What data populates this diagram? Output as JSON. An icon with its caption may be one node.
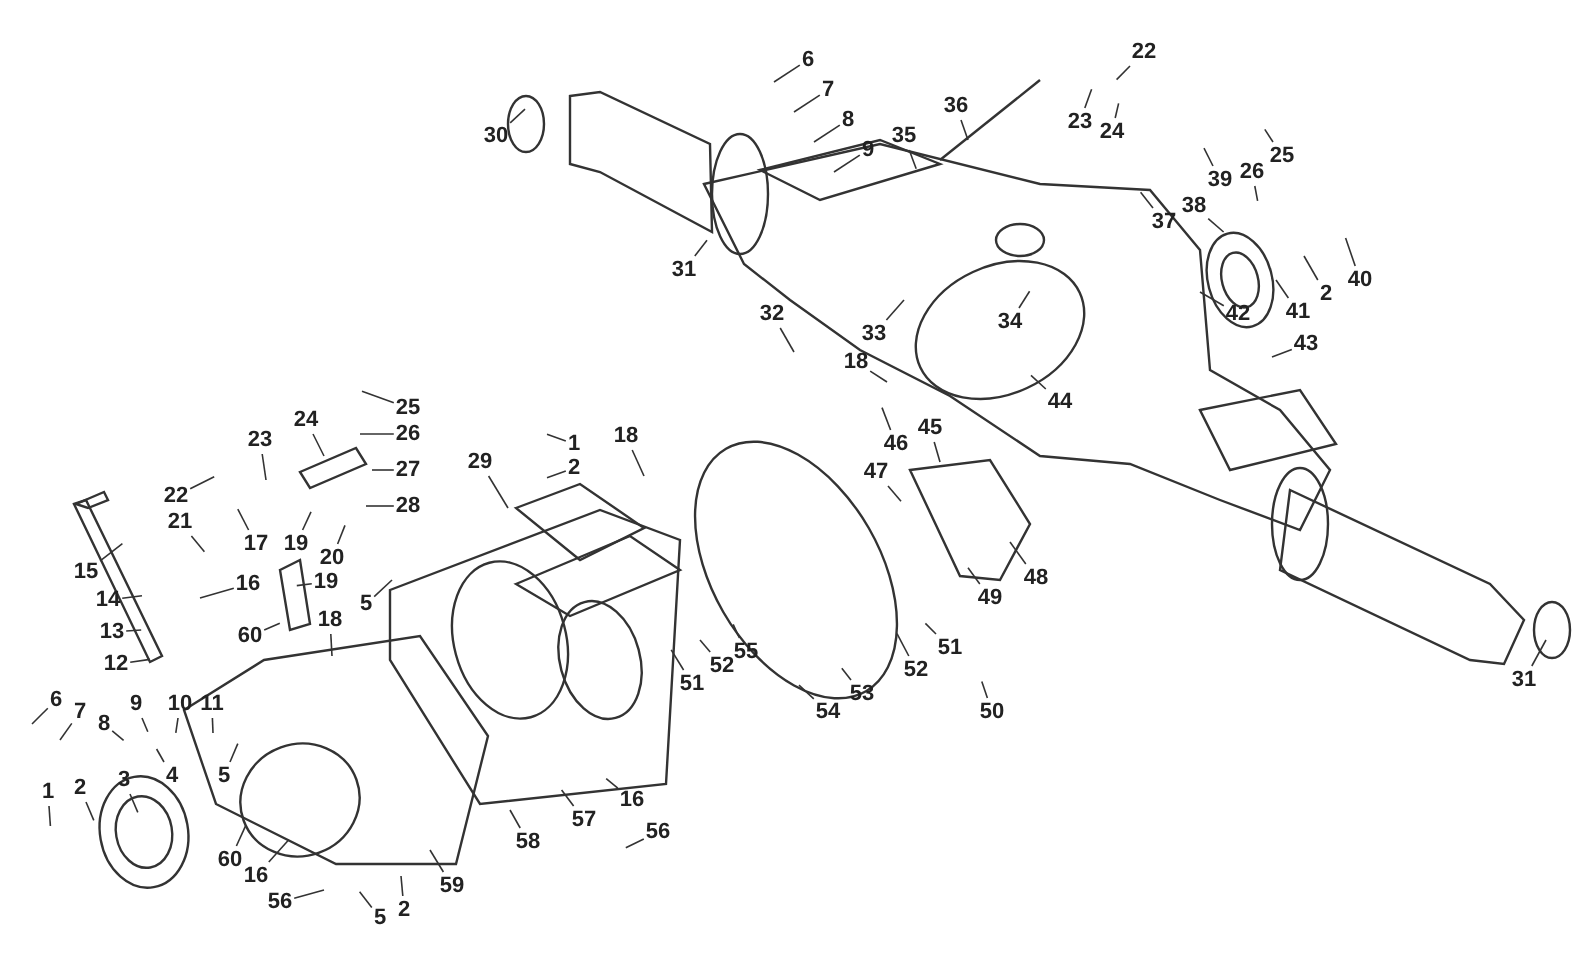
{
  "diagram": {
    "nodes": [
      {
        "text": [
          "6"
        ]
      },
      {
        "text": [
          "7"
        ]
      },
      {
        "text": [
          "8"
        ]
      },
      {
        "text": [
          "9"
        ]
      },
      {
        "text": [
          "22"
        ]
      },
      {
        "text": [
          "36"
        ]
      },
      {
        "text": [
          "23"
        ]
      },
      {
        "text": [
          "24"
        ]
      },
      {
        "text": [
          "30"
        ]
      },
      {
        "text": [
          "35"
        ]
      },
      {
        "text": [
          "25"
        ]
      },
      {
        "text": [
          "26"
        ]
      },
      {
        "text": [
          "39"
        ]
      },
      {
        "text": [
          "38"
        ]
      },
      {
        "text": [
          "37"
        ]
      },
      {
        "text": [
          "31"
        ]
      },
      {
        "text": [
          "40"
        ]
      },
      {
        "text": [
          "2"
        ]
      },
      {
        "text": [
          "41"
        ]
      },
      {
        "text": [
          "32"
        ]
      },
      {
        "text": [
          "34"
        ]
      },
      {
        "text": [
          "42"
        ]
      },
      {
        "text": [
          "33"
        ]
      },
      {
        "text": [
          "43"
        ]
      },
      {
        "text": [
          "18"
        ]
      },
      {
        "text": [
          "44"
        ]
      },
      {
        "text": [
          "25"
        ]
      },
      {
        "text": [
          "24"
        ]
      },
      {
        "text": [
          "26"
        ]
      },
      {
        "text": [
          "45"
        ]
      },
      {
        "text": [
          "46"
        ]
      },
      {
        "text": [
          "18"
        ]
      },
      {
        "text": [
          "1"
        ]
      },
      {
        "text": [
          "23"
        ]
      },
      {
        "text": [
          "29"
        ]
      },
      {
        "text": [
          "47"
        ]
      },
      {
        "text": [
          "2"
        ]
      },
      {
        "text": [
          "27"
        ]
      },
      {
        "text": [
          "22"
        ]
      },
      {
        "text": [
          "28"
        ]
      },
      {
        "text": [
          "21"
        ]
      },
      {
        "text": [
          "17"
        ]
      },
      {
        "text": [
          "19"
        ]
      },
      {
        "text": [
          "20"
        ]
      },
      {
        "text": [
          "16"
        ]
      },
      {
        "text": [
          "15"
        ]
      },
      {
        "text": [
          "48"
        ]
      },
      {
        "text": [
          "19"
        ]
      },
      {
        "text": [
          "49"
        ]
      },
      {
        "text": [
          "5"
        ]
      },
      {
        "text": [
          "14"
        ]
      },
      {
        "text": [
          "18"
        ]
      },
      {
        "text": [
          "60"
        ]
      },
      {
        "text": [
          "13"
        ]
      },
      {
        "text": [
          "55"
        ]
      },
      {
        "text": [
          "51"
        ]
      },
      {
        "text": [
          "12"
        ]
      },
      {
        "text": [
          "52"
        ]
      },
      {
        "text": [
          "52"
        ]
      },
      {
        "text": [
          "6"
        ]
      },
      {
        "text": [
          "51"
        ]
      },
      {
        "text": [
          "7"
        ]
      },
      {
        "text": [
          "10"
        ]
      },
      {
        "text": [
          "11"
        ]
      },
      {
        "text": [
          "53"
        ]
      },
      {
        "text": [
          "8"
        ]
      },
      {
        "text": [
          "9"
        ]
      },
      {
        "text": [
          "50"
        ]
      },
      {
        "text": [
          "54"
        ]
      },
      {
        "text": [
          "31"
        ]
      },
      {
        "text": [
          "3"
        ]
      },
      {
        "text": [
          "4"
        ]
      },
      {
        "text": [
          "5"
        ]
      },
      {
        "text": [
          "1"
        ]
      },
      {
        "text": [
          "2"
        ]
      },
      {
        "text": [
          "16"
        ]
      },
      {
        "text": [
          "57"
        ]
      },
      {
        "text": [
          "56"
        ]
      },
      {
        "text": [
          "58"
        ]
      },
      {
        "text": [
          "60"
        ]
      },
      {
        "text": [
          "16"
        ]
      },
      {
        "text": [
          "59"
        ]
      },
      {
        "text": [
          "56"
        ]
      },
      {
        "text": [
          "2"
        ]
      },
      {
        "text": [
          "5"
        ]
      }
    ],
    "edges": [
      {
        "from": 0,
        "to": null,
        "arrow": "none"
      },
      {
        "from": 1,
        "to": null,
        "arrow": "none"
      },
      {
        "from": 2,
        "to": null,
        "arrow": "none"
      },
      {
        "from": 3,
        "to": null,
        "arrow": "none"
      },
      {
        "from": 4,
        "to": null,
        "arrow": "none"
      },
      {
        "from": 5,
        "to": null,
        "arrow": "none"
      },
      {
        "from": 6,
        "to": null,
        "arrow": "none"
      },
      {
        "from": 7,
        "to": null,
        "arrow": "none"
      },
      {
        "from": 8,
        "to": null,
        "arrow": "none"
      },
      {
        "from": 9,
        "to": null,
        "arrow": "none"
      },
      {
        "from": 10,
        "to": null,
        "arrow": "none"
      },
      {
        "from": 11,
        "to": null,
        "arrow": "none"
      },
      {
        "from": 12,
        "to": null,
        "arrow": "none"
      },
      {
        "from": 13,
        "to": null,
        "arrow": "none"
      },
      {
        "from": 14,
        "to": null,
        "arrow": "none"
      },
      {
        "from": 15,
        "to": null,
        "arrow": "none"
      },
      {
        "from": 16,
        "to": null,
        "arrow": "none"
      },
      {
        "from": 17,
        "to": null,
        "arrow": "none"
      },
      {
        "from": 18,
        "to": null,
        "arrow": "none"
      },
      {
        "from": 19,
        "to": null,
        "arrow": "none"
      },
      {
        "from": 20,
        "to": null,
        "arrow": "none"
      },
      {
        "from": 21,
        "to": null,
        "arrow": "none"
      },
      {
        "from": 22,
        "to": null,
        "arrow": "none"
      },
      {
        "from": 23,
        "to": null,
        "arrow": "none"
      },
      {
        "from": 24,
        "to": null,
        "arrow": "none"
      },
      {
        "from": 25,
        "to": null,
        "arrow": "none"
      },
      {
        "from": 26,
        "to": null,
        "arrow": "none"
      },
      {
        "from": 27,
        "to": null,
        "arrow": "none"
      },
      {
        "from": 28,
        "to": null,
        "arrow": "none"
      },
      {
        "from": 29,
        "to": null,
        "arrow": "none"
      },
      {
        "from": 30,
        "to": null,
        "arrow": "none"
      },
      {
        "from": 31,
        "to": null,
        "arrow": "none"
      },
      {
        "from": 32,
        "to": null,
        "arrow": "none"
      },
      {
        "from": 33,
        "to": null,
        "arrow": "none"
      },
      {
        "from": 34,
        "to": null,
        "arrow": "none"
      },
      {
        "from": 35,
        "to": null,
        "arrow": "none"
      },
      {
        "from": 36,
        "to": null,
        "arrow": "none"
      },
      {
        "from": 37,
        "to": null,
        "arrow": "none"
      },
      {
        "from": 38,
        "to": null,
        "arrow": "none"
      },
      {
        "from": 39,
        "to": null,
        "arrow": "none"
      },
      {
        "from": 40,
        "to": null,
        "arrow": "none"
      },
      {
        "from": 41,
        "to": null,
        "arrow": "none"
      },
      {
        "from": 42,
        "to": null,
        "arrow": "none"
      },
      {
        "from": 43,
        "to": null,
        "arrow": "none"
      },
      {
        "from": 44,
        "to": null,
        "arrow": "none"
      },
      {
        "from": 45,
        "to": null,
        "arrow": "none"
      },
      {
        "from": 46,
        "to": null,
        "arrow": "none"
      },
      {
        "from": 47,
        "to": null,
        "arrow": "none"
      },
      {
        "from": 48,
        "to": null,
        "arrow": "none"
      },
      {
        "from": 49,
        "to": null,
        "arrow": "none"
      },
      {
        "from": 50,
        "to": null,
        "arrow": "none"
      },
      {
        "from": 51,
        "to": null,
        "arrow": "none"
      },
      {
        "from": 52,
        "to": null,
        "arrow": "none"
      },
      {
        "from": 53,
        "to": null,
        "arrow": "none"
      },
      {
        "from": 54,
        "to": null,
        "arrow": "none"
      },
      {
        "from": 55,
        "to": null,
        "arrow": "none"
      },
      {
        "from": 56,
        "to": null,
        "arrow": "none"
      },
      {
        "from": 57,
        "to": null,
        "arrow": "none"
      },
      {
        "from": 58,
        "to": null,
        "arrow": "none"
      },
      {
        "from": 59,
        "to": null,
        "arrow": "none"
      },
      {
        "from": 60,
        "to": null,
        "arrow": "none"
      },
      {
        "from": 61,
        "to": null,
        "arrow": "none"
      },
      {
        "from": 62,
        "to": null,
        "arrow": "none"
      },
      {
        "from": 63,
        "to": null,
        "arrow": "none"
      },
      {
        "from": 64,
        "to": null,
        "arrow": "none"
      },
      {
        "from": 65,
        "to": null,
        "arrow": "none"
      },
      {
        "from": 66,
        "to": null,
        "arrow": "none"
      },
      {
        "from": 67,
        "to": null,
        "arrow": "none"
      },
      {
        "from": 68,
        "to": null,
        "arrow": "none"
      },
      {
        "from": 69,
        "to": null,
        "arrow": "none"
      },
      {
        "from": 70,
        "to": null,
        "arrow": "none"
      },
      {
        "from": 71,
        "to": null,
        "arrow": "none"
      },
      {
        "from": 72,
        "to": null,
        "arrow": "none"
      },
      {
        "from": 73,
        "to": null,
        "arrow": "none"
      },
      {
        "from": 74,
        "to": null,
        "arrow": "none"
      },
      {
        "from": 75,
        "to": null,
        "arrow": "none"
      },
      {
        "from": 76,
        "to": null,
        "arrow": "none"
      },
      {
        "from": 77,
        "to": null,
        "arrow": "none"
      },
      {
        "from": 78,
        "to": null,
        "arrow": "none"
      },
      {
        "from": 79,
        "to": null,
        "arrow": "none"
      },
      {
        "from": 80,
        "to": null,
        "arrow": "none"
      },
      {
        "from": 81,
        "to": null,
        "arrow": "none"
      },
      {
        "from": 82,
        "to": null,
        "arrow": "none"
      },
      {
        "from": 83,
        "to": null,
        "arrow": "none"
      },
      {
        "from": 84,
        "to": null,
        "arrow": "none"
      }
    ]
  }
}
